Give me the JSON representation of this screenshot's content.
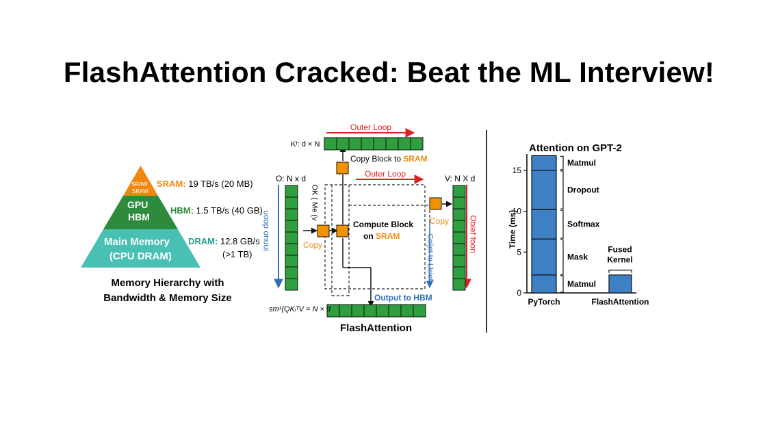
{
  "title": "FlashAttention Cracked: Beat the ML Interview!",
  "memory": {
    "pyramid_top_text": [
      "SRAW",
      "SRAW"
    ],
    "pyramid_mid": [
      "GPU",
      "HBM"
    ],
    "pyramid_bottom": [
      "Main Memory",
      "(CPU DRAM)"
    ],
    "sram": {
      "label": "SRAM:",
      "value": "19 TB/s (20 MB)"
    },
    "hbm": {
      "label": "HBM:",
      "value": "1.5 TB/s (40 GB)"
    },
    "dram": {
      "label": "DRAM:",
      "value": "12.8 GB/s",
      "value2": "(>1 TB)"
    },
    "caption": [
      "Memory Hierarchy with",
      "Bandwidth & Memory Size"
    ],
    "colors": {
      "top": "#f0880f",
      "mid": "#2e8b3d",
      "bottom": "#48c1b4"
    }
  },
  "flash": {
    "outer_loop_top": "Outer Loop",
    "k_label": "Kᵗ: d × N",
    "copy_block": "Copy Block to",
    "copy_block_hl": "SRAM",
    "outer_loop_mid": "Outer Loop",
    "q_label": "O: N x d",
    "v_label": "V: N X d",
    "ok_label": "OK ( Me (v",
    "inner_loop_left": "uoop onuui",
    "inner_loop_right": "Obief foon",
    "copy_left": "Copy",
    "copy_right": "Copy",
    "compute": "Compute Block",
    "compute_on": "on",
    "compute_hl": "SRAM",
    "col_label": "Coljet to Llsief",
    "output": "Output to HBM",
    "sm_label": "sm¹(QKᵢᵀV = N × d",
    "caption": "FlashAttention",
    "colors": {
      "block": "#2e9e3e",
      "copy": "#f39200",
      "red": "#e02020",
      "blue": "#2f6eb4"
    }
  },
  "chart_data": {
    "type": "bar",
    "title": "Attention on GPT-2",
    "ylabel": "Time (ms)",
    "ylim": [
      0,
      17
    ],
    "yticks": [
      0,
      5,
      10,
      15
    ],
    "categories": [
      "PyTorch",
      "FlashAttention"
    ],
    "series": [
      {
        "name": "Matmul",
        "values": [
          2.2,
          0
        ]
      },
      {
        "name": "Mask",
        "values": [
          4.4,
          0
        ]
      },
      {
        "name": "Softmax",
        "values": [
          3.6,
          0
        ]
      },
      {
        "name": "Dropout",
        "values": [
          4.8,
          0
        ]
      },
      {
        "name": "Matmul",
        "values": [
          1.8,
          0
        ]
      },
      {
        "name": "Fused Kernel",
        "values": [
          0,
          2.2
        ]
      }
    ],
    "fused_label": [
      "Fused",
      "Kernel"
    ],
    "color": "#3f7fc3"
  }
}
